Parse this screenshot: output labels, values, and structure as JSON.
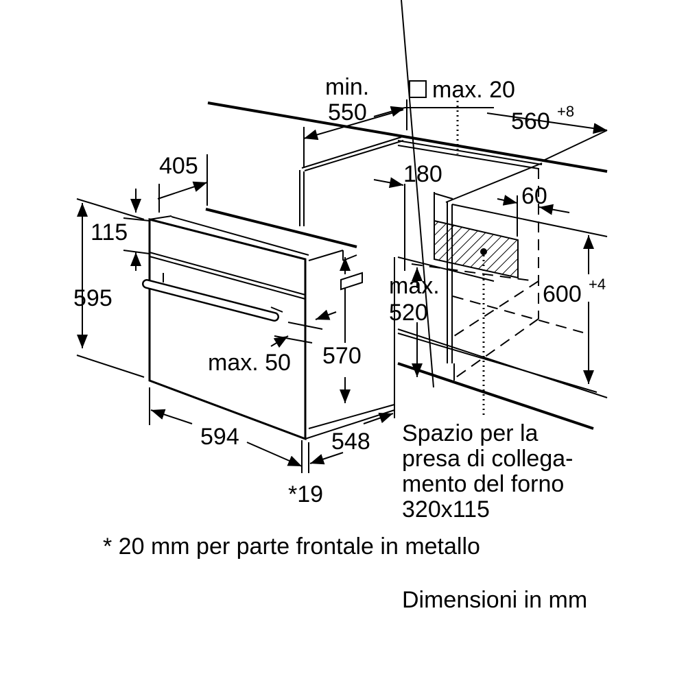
{
  "dimensions": {
    "min_label": "min.",
    "d550": "550",
    "max20": "max. 20",
    "d560": "560",
    "d560_tol": "+8",
    "d405": "405",
    "d180": "180",
    "d60": "60",
    "d115": "115",
    "d595": "595",
    "max_label": "max.",
    "d520": "520",
    "d600": "600",
    "d600_tol": "+4",
    "max50": "max. 50",
    "d570": "570",
    "d594": "594",
    "d548": "548",
    "d19": "*19"
  },
  "socket_note": [
    "Spazio per la",
    "presa di collega-",
    "mento del forno",
    "320x115"
  ],
  "footnote": "* 20 mm per parte frontale in metallo",
  "units_note": "Dimensioni in mm"
}
